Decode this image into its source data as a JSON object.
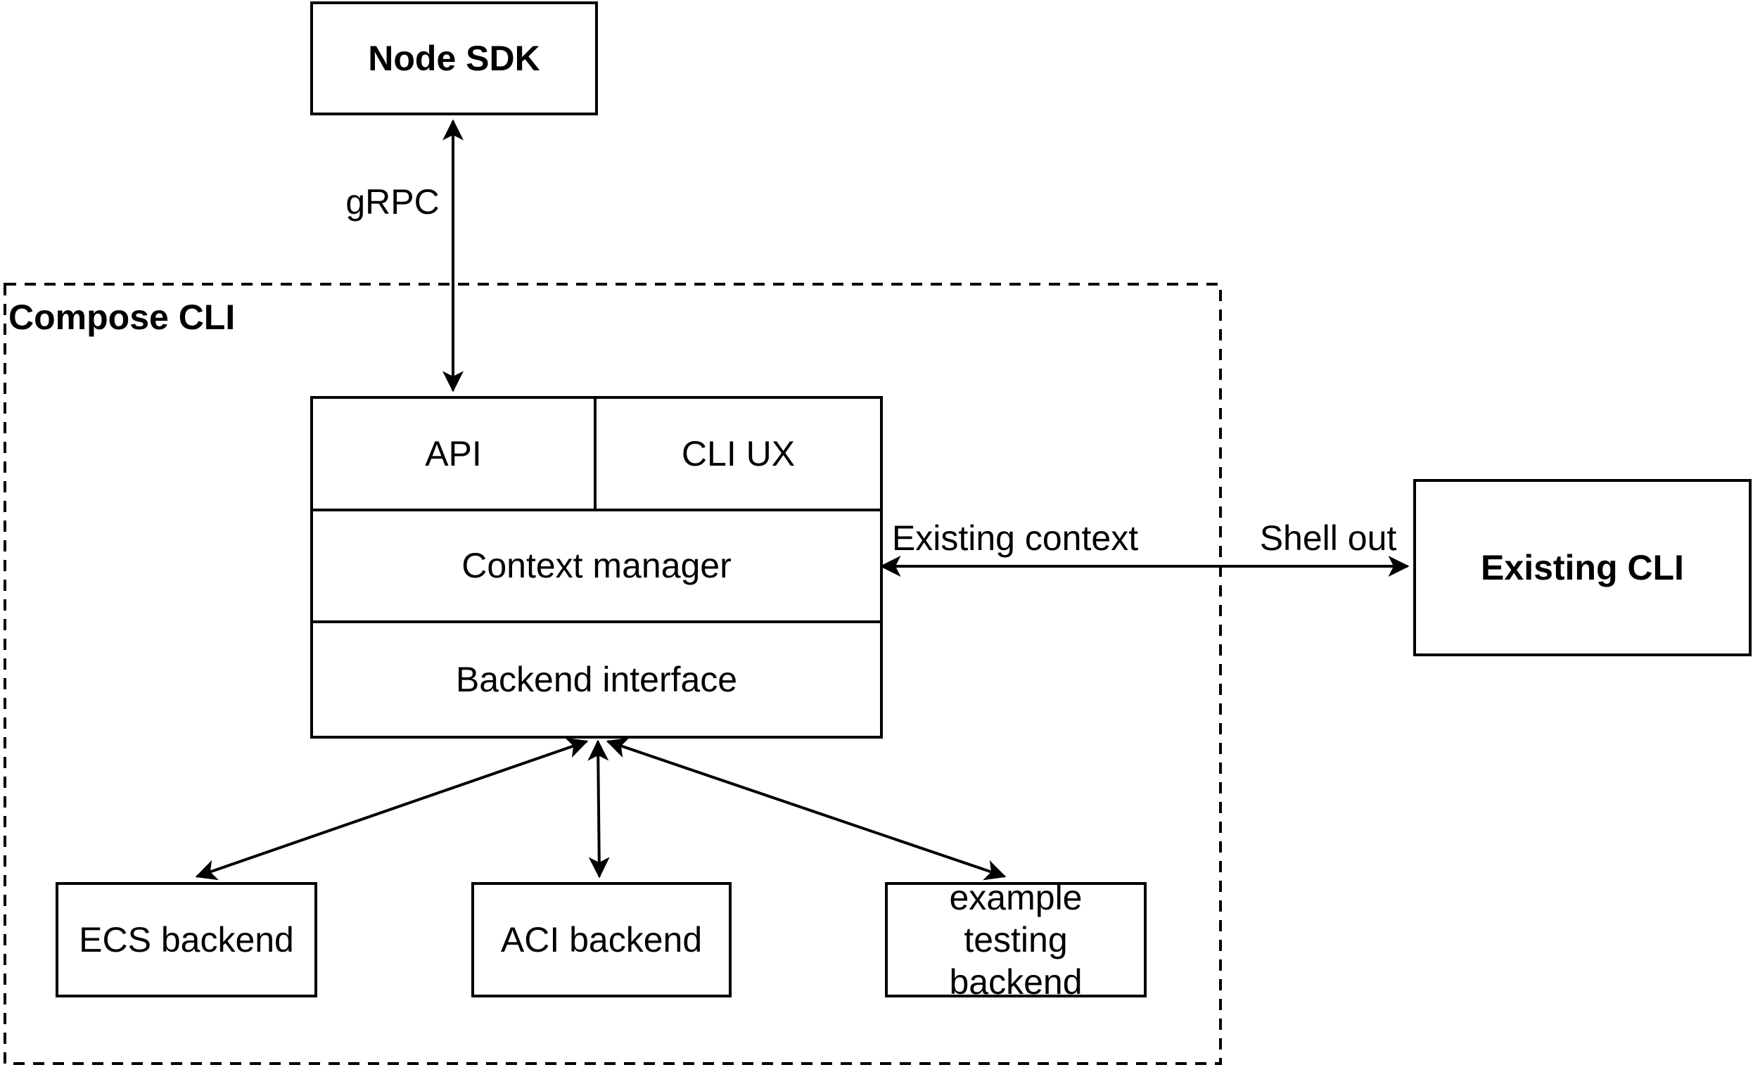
{
  "diagram": {
    "title": "Compose CLI architecture diagram",
    "nodes": {
      "node_sdk": "Node SDK",
      "compose_cli_container": "Compose CLI",
      "api": "API",
      "cli_ux": "CLI UX",
      "context_manager": "Context manager",
      "backend_interface": "Backend interface",
      "existing_cli": "Existing CLI",
      "ecs_backend": "ECS backend",
      "aci_backend": "ACI backend",
      "example_backend": "example testing backend"
    },
    "edge_labels": {
      "grpc": "gRPC",
      "existing_context": "Existing context",
      "shell_out": "Shell out"
    },
    "edges": [
      {
        "from": "node_sdk",
        "to": "api",
        "label": "gRPC",
        "direction": "bidirectional"
      },
      {
        "from": "context_manager",
        "to": "existing_cli",
        "labels": [
          "Existing context",
          "Shell out"
        ],
        "direction": "bidirectional"
      },
      {
        "from": "backend_interface",
        "to": "ecs_backend",
        "direction": "bidirectional"
      },
      {
        "from": "backend_interface",
        "to": "aci_backend",
        "direction": "bidirectional"
      },
      {
        "from": "backend_interface",
        "to": "example_backend",
        "direction": "bidirectional"
      }
    ],
    "colors": {
      "stroke": "#000000",
      "background": "#ffffff",
      "text": "#000000"
    }
  }
}
